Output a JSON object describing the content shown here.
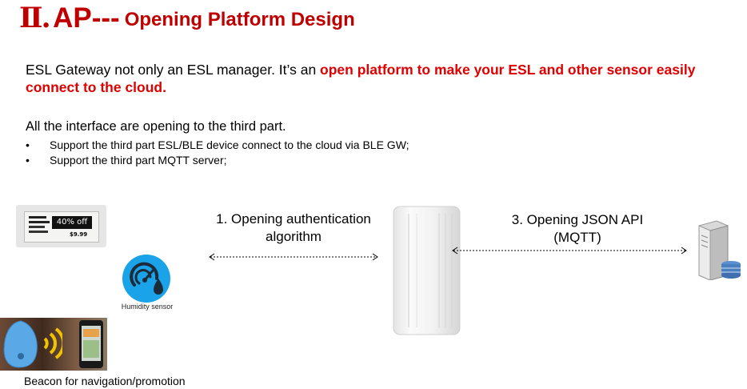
{
  "title": {
    "roman": "Ⅱ.",
    "ap": " AP---",
    "subtitle": "Opening Platform Design"
  },
  "intro": {
    "plain": "ESL Gateway not only an ESL manager. It’s an ",
    "highlight": "open platform to make your ESL and other sensor easily connect to the cloud."
  },
  "interfaces": {
    "heading": "All the interface are opening to the third part.",
    "bullet_char": "•",
    "items": [
      "Support the third part ESL/BLE device connect to the cloud via BLE GW;",
      "Support the third part MQTT server;"
    ]
  },
  "diagram": {
    "label1_line1": "1. Opening authentication",
    "label1_line2": "algorithm",
    "label2_line1": "3. Opening JSON API",
    "label2_line2": "(MQTT)",
    "esl_price": "40% off",
    "esl_small": "$9.99",
    "humidity_caption": "Humidity sensor",
    "beacon_caption": "Beacon for navigation/promotion"
  },
  "colors": {
    "title": "#c00000",
    "highlight": "#e00000",
    "humidity_icon": "#1aa3e8"
  }
}
